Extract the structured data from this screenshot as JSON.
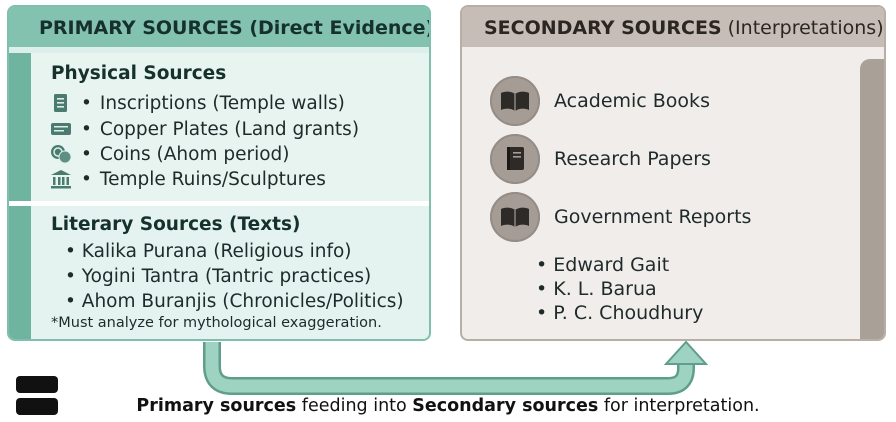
{
  "primary": {
    "header": "PRIMARY SOURCES (Direct Evidence)",
    "physical": {
      "title": "Physical Sources",
      "items": [
        {
          "icon": "inscription-icon",
          "text": "Inscriptions (Temple walls)"
        },
        {
          "icon": "copper-plate-icon",
          "text": "Copper Plates (Land grants)"
        },
        {
          "icon": "coins-icon",
          "text": "Coins (Ahom period)"
        },
        {
          "icon": "temple-icon",
          "text": "Temple Ruins/Sculptures"
        }
      ]
    },
    "literary": {
      "title": "Literary Sources (Texts)",
      "items": [
        "Kalika Purana (Religious info)",
        "Yogini Tantra (Tantric practices)",
        "Ahom Buranjis (Chronicles/Politics)"
      ],
      "note": "*Must analyze for mythological exaggeration."
    }
  },
  "secondary": {
    "header_bold": "SECONDARY SOURCES",
    "header_rest": " (Interpretations)",
    "resources": [
      {
        "icon": "open-book-icon",
        "text": "Academic Books"
      },
      {
        "icon": "closed-book-icon",
        "text": "Research Papers"
      },
      {
        "icon": "open-book-icon",
        "text": "Government Reports"
      }
    ],
    "authors": [
      "Edward Gait",
      "K. L. Barua",
      "P. C. Choudhury"
    ]
  },
  "caption": {
    "bold1": "Primary sources",
    "text1": " feeding into ",
    "bold2": "Secondary sources",
    "text2": " for interpretation."
  },
  "colors": {
    "primary_accent": "#82c2ae",
    "secondary_accent": "#c6beb6",
    "arrow": "#7fbfa9"
  }
}
